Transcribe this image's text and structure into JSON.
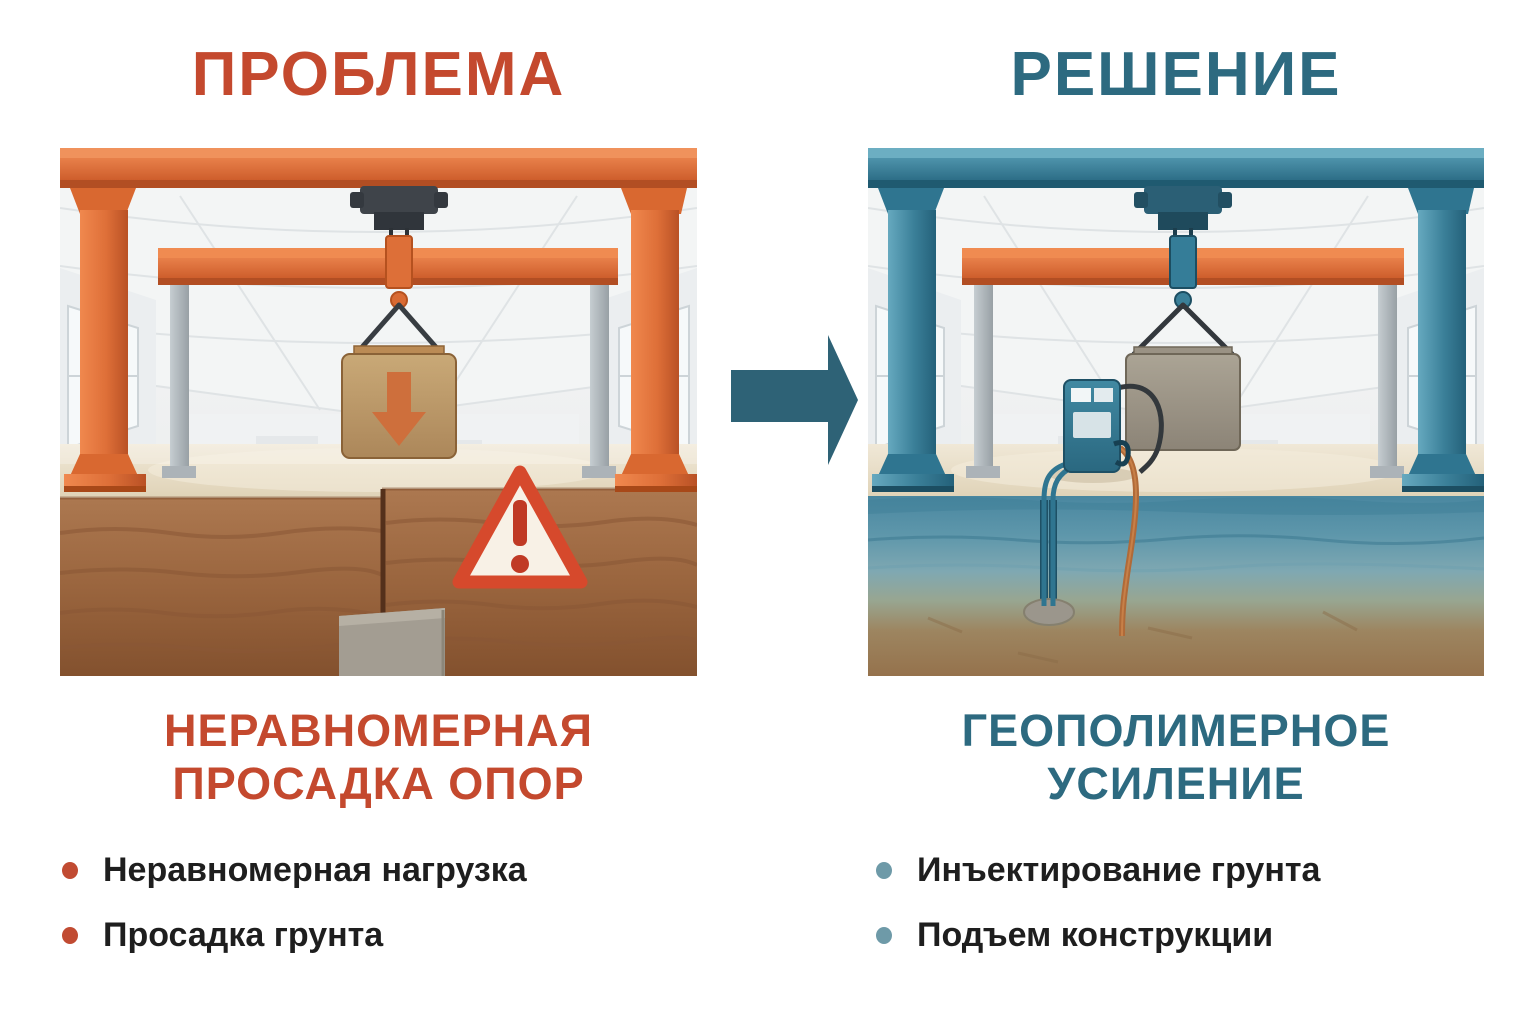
{
  "infographic": {
    "left": {
      "title": "ПРОБЛЕМА",
      "subtitle": [
        "НЕРАВНОМЕРНАЯ",
        "ПРОСАДКА ОПОР"
      ],
      "bullets": [
        "Неравномерная нагрузка",
        "Просадка грунта"
      ],
      "accent_color": "#C4492E",
      "bullet_dot_color": "#C14B32",
      "illustration": "orange gantry crane in industrial hall, hanging load box with down arrow, cracked settling soil cross-section, warning triangle"
    },
    "right": {
      "title": "РЕШЕНИЕ",
      "subtitle": [
        "ГЕОПОЛИМЕРНОЕ",
        "УСИЛЕНИЕ"
      ],
      "bullets": [
        "Инъектирование грунта",
        "Подъем конструкции"
      ],
      "accent_color": "#2D6A80",
      "bullet_dot_color": "#6E9AA8",
      "illustration": "teal gantry crane lifting orange beam, injection pump with hoses, geopolymer-saturated soil layer below floor"
    },
    "arrow_color": "#2E6276",
    "text_color": "#1E1E1E",
    "background_color": "#FFFFFF",
    "icons": {
      "between_panels": "arrow-right-icon",
      "problem_marker": "warning-triangle-icon",
      "load_marker": "down-arrow-icon"
    },
    "palette": {
      "orange_steel": "#E0713A",
      "teal_steel": "#34758D",
      "soil_brown": "#A8714A",
      "geopolymer_teal": "#4F8BA2",
      "sand_floor": "#E7DCC5",
      "concrete_gray": "#A39D92"
    }
  }
}
